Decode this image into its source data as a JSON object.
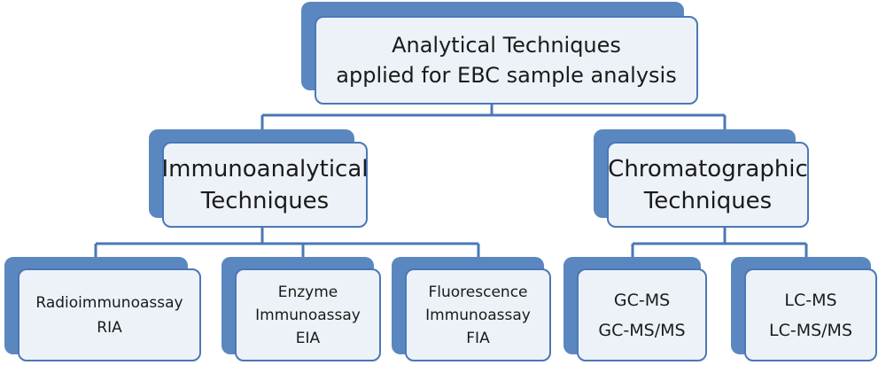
{
  "colors": {
    "box_fill": "#edf2f9",
    "box_border": "#4a78b5",
    "shadow": "#5b87c0",
    "connector": "#4a78b5",
    "text": "#1a1a1a"
  },
  "root": {
    "lines": [
      "Analytical Techniques",
      "applied for EBC sample analysis"
    ]
  },
  "branches": [
    {
      "lines": [
        "Immunoanalytical",
        "Techniques"
      ],
      "children": [
        {
          "lines": [
            "Radioimmunoassay",
            "RIA"
          ]
        },
        {
          "lines": [
            "Enzyme",
            "Immunoassay",
            "EIA"
          ]
        },
        {
          "lines": [
            "Fluorescence",
            "Immunoassay",
            "FIA"
          ]
        }
      ]
    },
    {
      "lines": [
        "Chromatographic",
        "Techniques"
      ],
      "children": [
        {
          "lines": [
            "GC-MS",
            "GC-MS/MS"
          ]
        },
        {
          "lines": [
            "LC-MS",
            "LC-MS/MS"
          ]
        }
      ]
    }
  ]
}
